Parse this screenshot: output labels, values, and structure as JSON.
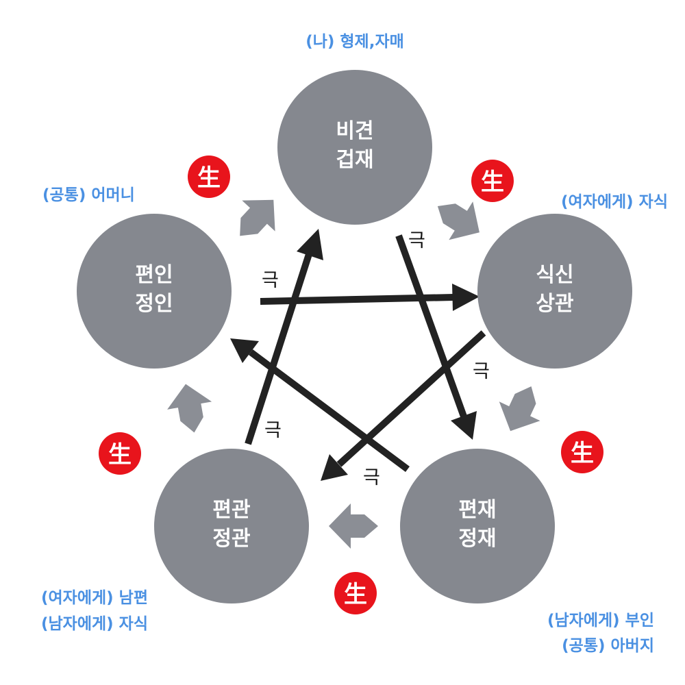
{
  "nodes": [
    {
      "id": "bigyeon",
      "lines": [
        "비견",
        "겁재"
      ],
      "relation": [
        "(나) 형제,자매"
      ]
    },
    {
      "id": "siksin",
      "lines": [
        "식신",
        "상관"
      ],
      "relation": [
        "(여자에게) 자식"
      ]
    },
    {
      "id": "pyeonjae",
      "lines": [
        "편재",
        "정재"
      ],
      "relation": [
        "(남자에게) 부인",
        "(공통) 아버지"
      ]
    },
    {
      "id": "pyeongwan",
      "lines": [
        "편관",
        "정관"
      ],
      "relation": [
        "(여자에게) 남편",
        "(남자에게) 자식"
      ]
    },
    {
      "id": "pyeonin",
      "lines": [
        "편인",
        "정인"
      ],
      "relation": [
        "(공통) 어머니"
      ]
    }
  ],
  "generation_label": "生",
  "control_label": "극",
  "colors": {
    "node": "#85888f",
    "relation_text": "#4a90e2",
    "generation_badge": "#e8141c",
    "generation_arrow": "#8b8e95",
    "control_arrow": "#222222"
  }
}
